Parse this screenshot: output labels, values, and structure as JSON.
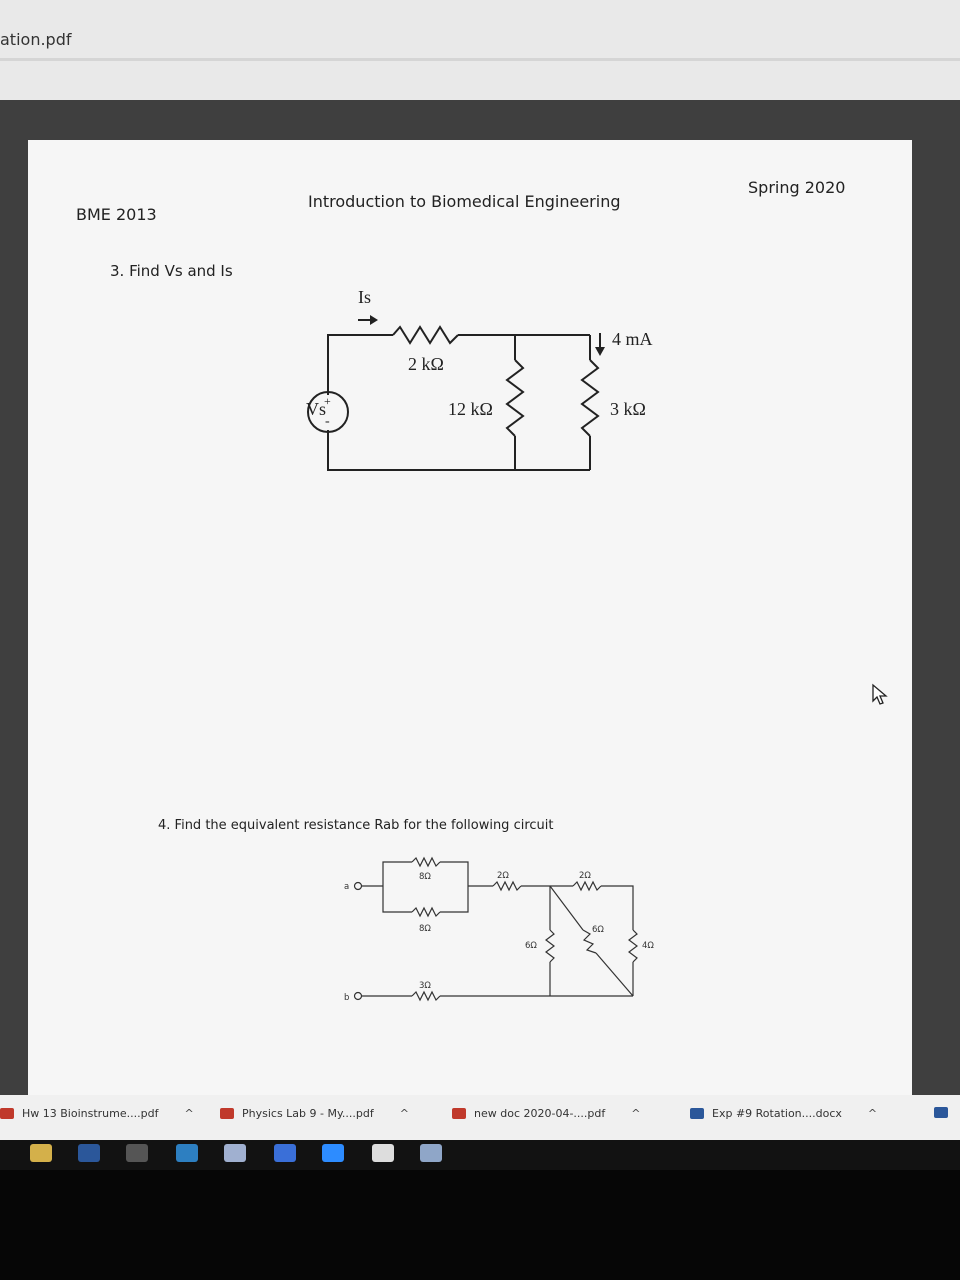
{
  "browser": {
    "tab_title": "ation.pdf"
  },
  "document": {
    "course": "BME 2013",
    "course_title": "Introduction to Biomedical Engineering",
    "term": "Spring 2020",
    "q3": {
      "number": "3.",
      "prompt": "Find Vs and Is",
      "labels": {
        "is": "Is",
        "vs": "Vs",
        "r1": "2 kΩ",
        "r2": "12 kΩ",
        "r3": "3 kΩ",
        "current": "4 mA",
        "plus": "+",
        "minus": "-"
      }
    },
    "q4": {
      "number": "4.",
      "prompt": "Find the equivalent resistance Rab for the following circuit",
      "labels": {
        "a": "a",
        "b": "b",
        "r8_top": "8Ω",
        "r8_bot": "8Ω",
        "r2a": "2Ω",
        "r2b": "2Ω",
        "r6_vert": "6Ω",
        "r6_diag": "6Ω",
        "r4": "4Ω",
        "r3": "3Ω"
      }
    }
  },
  "downloads": [
    {
      "name": "Hw 13 Bioinstrume....pdf",
      "type": "pdf"
    },
    {
      "name": "Physics Lab 9 - My....pdf",
      "type": "pdf"
    },
    {
      "name": "new doc 2020-04-....pdf",
      "type": "pdf"
    },
    {
      "name": "Exp #9 Rotation....docx",
      "type": "docx"
    }
  ],
  "taskbar_apps": [
    "file-explorer-icon",
    "word-icon",
    "calculator-icon",
    "edge-icon",
    "settings-icon",
    "camera-icon",
    "zoom-icon",
    "photos-icon",
    "cloud-icon"
  ],
  "colors": {
    "page": "#f6f6f6",
    "viewer": "#3f3f3f",
    "pdf": "#c0392b",
    "docx": "#2b579a"
  }
}
